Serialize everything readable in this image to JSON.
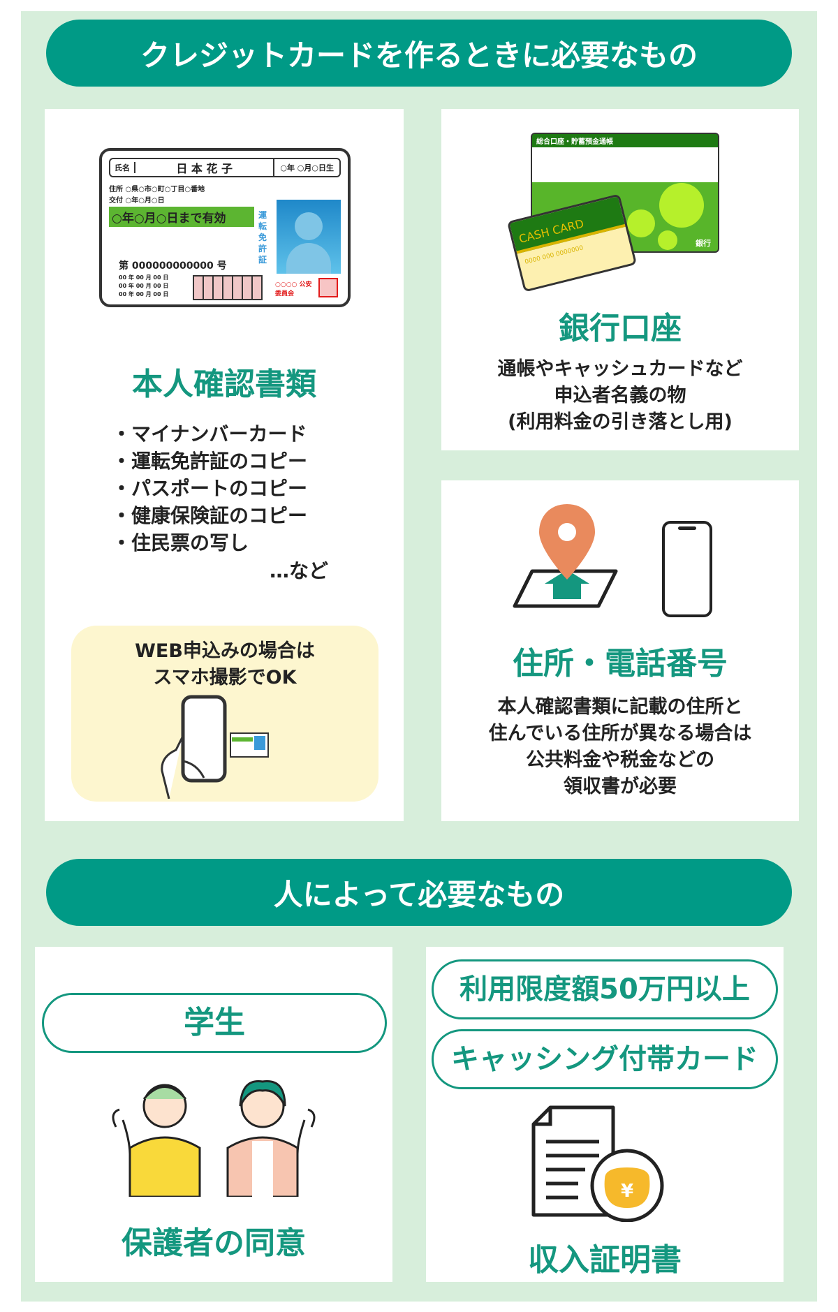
{
  "header1": "クレジットカードを作るときに必要なもの",
  "id_docs": {
    "title": "本人確認書類",
    "items": [
      "・マイナンバーカード",
      "・運転免許証のコピー",
      "・パスポートのコピー",
      "・健康保険証のコピー",
      "・住民票の写し"
    ],
    "etc": "…など",
    "note": [
      "WEB申込みの場合は",
      "スマホ撮影でOK"
    ],
    "license": {
      "name_label": "氏名",
      "name": "日 本 花 子",
      "birth": "○年 ○月○日生",
      "addr_label": "住所",
      "addr": "○県○市○町○丁目○番地",
      "issue_label": "交付",
      "issue": "○年○月○日",
      "valid": "○年○月○日まで有効",
      "vertical": "運転免許証",
      "number": "第 000000000000 号",
      "dates": [
        "00 年 00 月 00 日",
        "00 年 00 月 00 日",
        "00 年 00 月 00 日"
      ],
      "issuer": "○○○○ 公安委員会"
    }
  },
  "bank": {
    "title": "銀行口座",
    "desc": [
      "通帳やキャッシュカードなど",
      "申込者名義の物",
      "(利用料金の引き落とし用)"
    ],
    "passbook_title": "総合口座・貯蓄預金通帳",
    "bank_label": "銀行",
    "card_label": "CASH CARD",
    "card_number": "0000 000 0000000"
  },
  "address": {
    "title": "住所・電話番号",
    "desc": [
      "本人確認書類に記載の住所と",
      "住んでいる住所が異なる場合は",
      "公共料金や税金などの",
      "領収書が必要"
    ]
  },
  "header2": "人によって必要なもの",
  "student": {
    "tag": "学生",
    "title": "保護者の同意"
  },
  "income": {
    "tags": [
      "利用限度額50万円以上",
      "キャッシング付帯カード"
    ],
    "title": "収入証明書",
    "currency": "¥"
  }
}
